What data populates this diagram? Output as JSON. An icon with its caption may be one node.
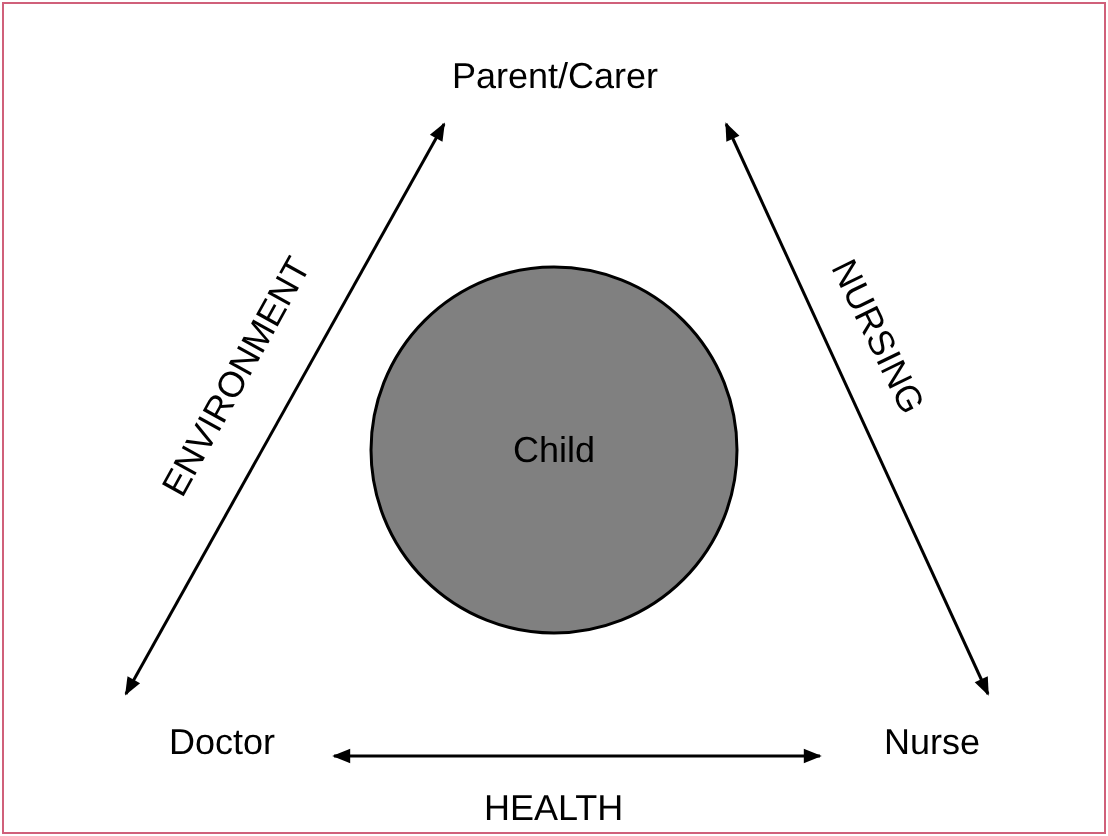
{
  "diagram": {
    "nodes": [
      {
        "text": [
          "Parent/Carer"
        ]
      },
      {
        "text": [
          "Child"
        ]
      },
      {
        "text": [
          "Doctor"
        ]
      },
      {
        "text": [
          "Nurse"
        ]
      }
    ],
    "edges": [
      {
        "from": 0,
        "to": 2,
        "arrow": "both",
        "label": "ENVIRONMENT"
      },
      {
        "from": 0,
        "to": 3,
        "arrow": "both",
        "label": "NURSING"
      },
      {
        "from": 2,
        "to": 3,
        "arrow": "both",
        "label": "HEALTH"
      }
    ]
  }
}
